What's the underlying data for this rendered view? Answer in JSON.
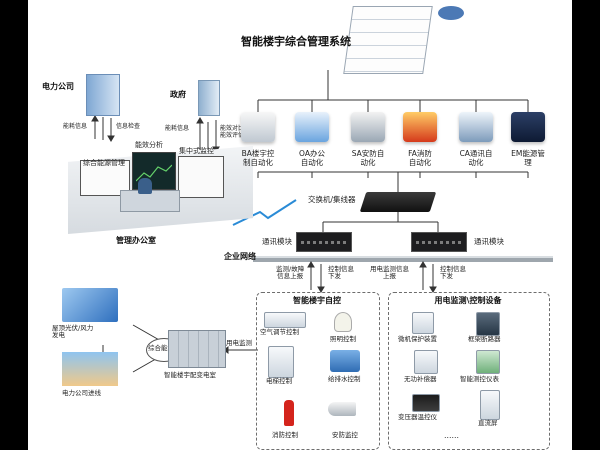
{
  "title": "智能楼宇综合管理系统",
  "left_panel": {
    "power_company": "电力公司",
    "government": "政府",
    "arrow_up_power": "能耗信息",
    "arrow_down_power": "信息检查",
    "arrow_up_gov": "能耗信息",
    "arrow_down_gov": "能效对比\n能效评估",
    "office_screens": [
      "综合能源管理",
      "能效分析",
      "集中式监控"
    ],
    "office_label": "管理办公室"
  },
  "systems": [
    {
      "label": "BA楼宇控\n制自动化"
    },
    {
      "label": "OA办公\n自动化"
    },
    {
      "label": "SA安防自\n动化"
    },
    {
      "label": "FA消防\n自动化"
    },
    {
      "label": "CA通讯自\n动化"
    },
    {
      "label": "EM能源管\n理"
    }
  ],
  "switch_label": "交换机/集线器",
  "comm_module_left": "通讯模块",
  "comm_module_right": "通讯模块",
  "enterprise_net": "企业网络",
  "left_flow": {
    "up": "监测/故障\n信息上报",
    "down": "控制信息\n下发"
  },
  "right_flow": {
    "up": "用电监测信息\n上报",
    "down": "控制信息\n下发"
  },
  "building_group": {
    "title": "智能楼宇自控",
    "items": [
      "空气调节控制",
      "照明控制",
      "电梯控制",
      "给排水控制",
      "消防控制",
      "安防监控"
    ]
  },
  "power_group": {
    "title": "用电监测\\控制设备",
    "items": [
      "微机保护装置",
      "框架断路器",
      "无功补偿器",
      "智能测控仪表",
      "变压器温控仪",
      "直流屏"
    ],
    "ellipsis": "……"
  },
  "bottom_left": {
    "pv": "屋顶光伏/风力\n发电",
    "grid": "电力公司进线",
    "source": "综合能源",
    "substation": "智能楼宇配变电室",
    "monitor": "用电监测"
  }
}
